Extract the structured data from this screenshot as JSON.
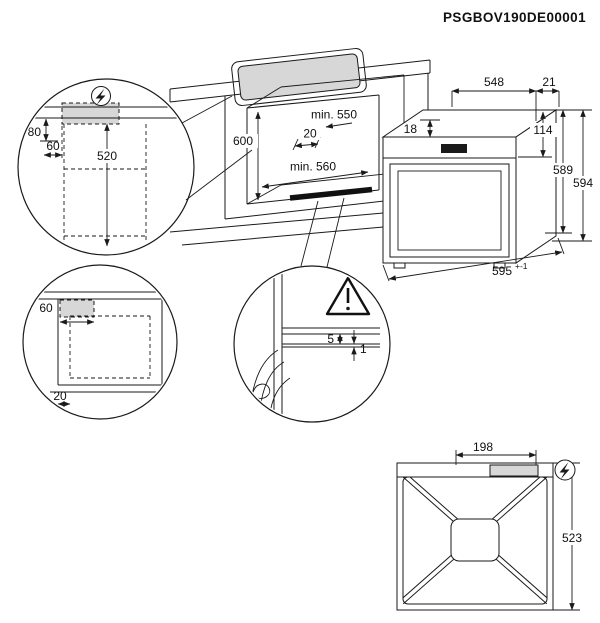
{
  "document": {
    "code": "PSGBOV190DE00001"
  },
  "main_view": {
    "oven_depth": "548",
    "handle_depth": "21",
    "top_clearance": "18",
    "control_panel_height": "114",
    "oven_height": "589",
    "oven_height_total": "594",
    "oven_width": "595",
    "oven_width_tolerance": "+-1",
    "niche_depth": "min. 550",
    "rear_gap": "20",
    "niche_width": "min. 560",
    "niche_height": "600"
  },
  "detail_electrical": {
    "dim_top": "80",
    "dim_side": "60",
    "dim_height": "520"
  },
  "detail_side_clearance": {
    "dim_zone": "60",
    "dim_gap": "20"
  },
  "detail_vent_gap": {
    "dim_gap": "5",
    "dim_panel": "1"
  },
  "top_view": {
    "cable_position": "198",
    "depth": "523"
  },
  "colors": {
    "line": "#1a1a1a",
    "shade": "#d7d7d7"
  },
  "icons": {
    "electrical": "lightning-bolt-in-circle",
    "warning": "exclamation-triangle"
  }
}
